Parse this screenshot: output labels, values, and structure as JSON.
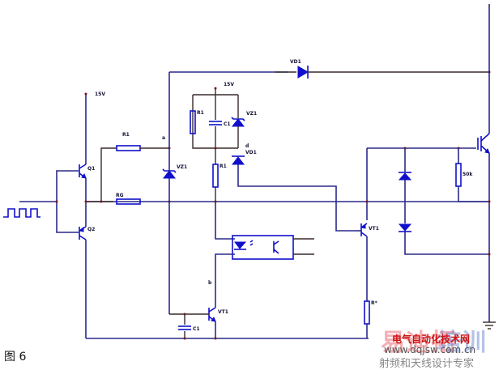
{
  "figure": {
    "caption": "图 6"
  },
  "labels": {
    "vcc_left": "15V",
    "vcc_mid": "15V",
    "q1": "Q1",
    "q2": "Q2",
    "r1_top": "R1",
    "rg": "RG",
    "node_a": "a",
    "node_b": "b",
    "node_d": "d",
    "vz1_left": "VZ1",
    "vz1_mid": "VZ1",
    "vd1_top": "VD1",
    "vd1_mid": "VD1",
    "r1_box": "R1",
    "c1_box": "C1",
    "r1_lower": "R1",
    "vt1_bottom": "VT1",
    "c1_bottom": "C1",
    "vt1_right": "VT1",
    "r_right": "50k",
    "r_bottom": "R*"
  },
  "watermark": {
    "big_red": "易迪拓",
    "big_blue": "培训",
    "site_name": "电气自动化技术网",
    "url": "www.dqjsw.com.cn",
    "slogan": "射频和天线设计专家"
  }
}
